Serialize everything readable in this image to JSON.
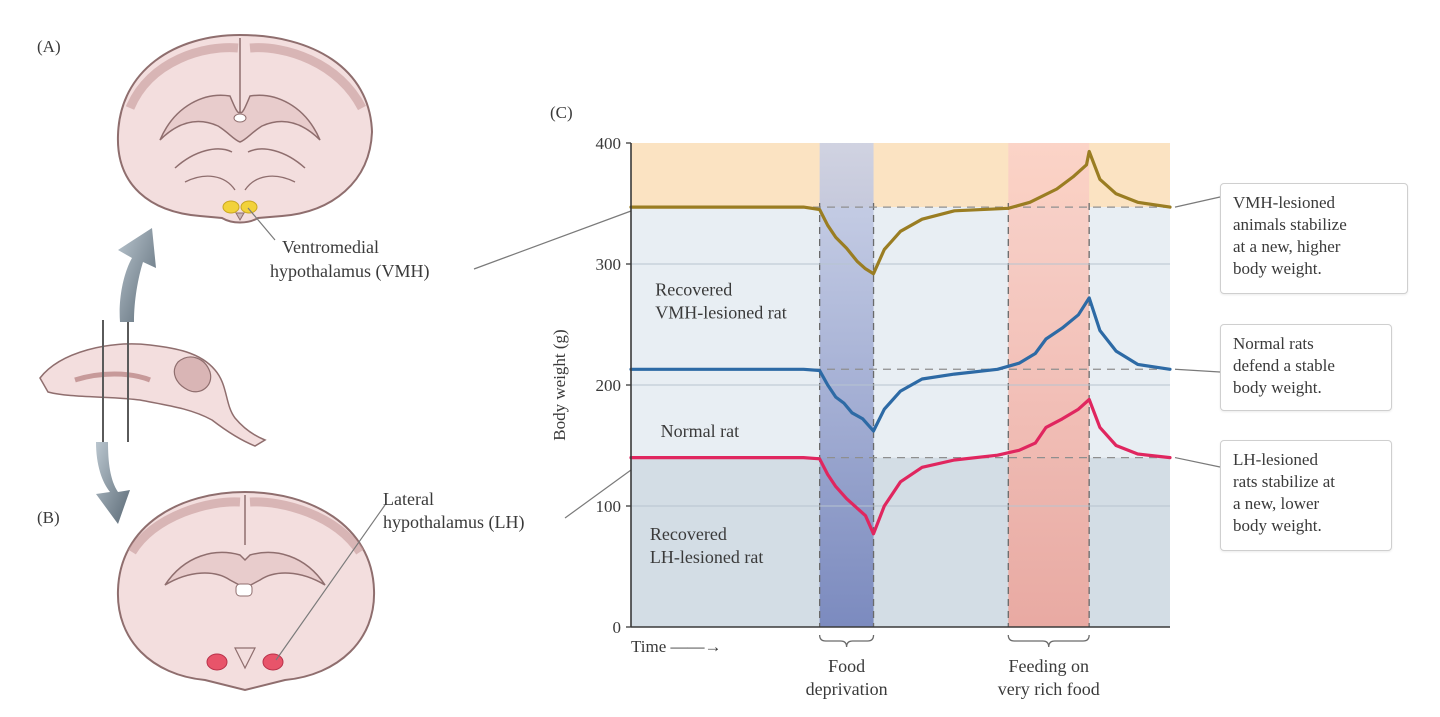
{
  "panels": {
    "a_label": "(A)",
    "b_label": "(B)",
    "c_label": "(C)"
  },
  "brain_labels": {
    "vmh": [
      "Ventromedial",
      "hypothalamus (VMH)"
    ],
    "lh": [
      "Lateral",
      "hypothalamus (LH)"
    ]
  },
  "chart_data": {
    "type": "line",
    "ylabel": "Body weight (g)",
    "xlabel": "Time ——→",
    "ylim": [
      0,
      400
    ],
    "yticks": [
      0,
      100,
      200,
      300,
      400
    ],
    "x": [
      0,
      1,
      2,
      3,
      4,
      5,
      6,
      7,
      8,
      9,
      10
    ],
    "periods": [
      {
        "label": [
          "Food",
          "deprivation"
        ],
        "x_start": 3.5,
        "x_end": 4.5
      },
      {
        "label": [
          "Feeding on",
          "very rich food"
        ],
        "x_start": 7.0,
        "x_end": 8.5
      }
    ],
    "zone_labels": {
      "vmh": [
        "Recovered",
        "VMH-lesioned rat"
      ],
      "normal": [
        "Normal rat"
      ],
      "lh": [
        "Recovered",
        "LH-lesioned rat"
      ]
    },
    "series": [
      {
        "name": "Recovered VMH-lesioned rat",
        "color": "#9a7d22",
        "setpoint": 347,
        "points": [
          [
            0,
            347
          ],
          [
            3.2,
            347
          ],
          [
            3.5,
            345
          ],
          [
            3.65,
            332
          ],
          [
            3.8,
            322
          ],
          [
            4.0,
            313
          ],
          [
            4.2,
            302
          ],
          [
            4.35,
            296
          ],
          [
            4.5,
            292
          ],
          [
            4.7,
            312
          ],
          [
            5.0,
            327
          ],
          [
            5.4,
            337
          ],
          [
            6.0,
            344
          ],
          [
            7.0,
            346
          ],
          [
            7.4,
            351
          ],
          [
            7.9,
            362
          ],
          [
            8.2,
            372
          ],
          [
            8.45,
            382
          ],
          [
            8.5,
            393
          ],
          [
            8.7,
            370
          ],
          [
            9.0,
            358
          ],
          [
            9.4,
            351
          ],
          [
            10,
            347
          ]
        ]
      },
      {
        "name": "Normal rat",
        "color": "#2d6aa5",
        "setpoint": 213,
        "points": [
          [
            0,
            213
          ],
          [
            3.2,
            213
          ],
          [
            3.5,
            212
          ],
          [
            3.65,
            200
          ],
          [
            3.8,
            190
          ],
          [
            3.95,
            185
          ],
          [
            4.1,
            177
          ],
          [
            4.3,
            172
          ],
          [
            4.5,
            162
          ],
          [
            4.7,
            180
          ],
          [
            5.0,
            195
          ],
          [
            5.4,
            205
          ],
          [
            6.0,
            209
          ],
          [
            6.8,
            213
          ],
          [
            7.2,
            218
          ],
          [
            7.5,
            226
          ],
          [
            7.7,
            238
          ],
          [
            8.0,
            247
          ],
          [
            8.3,
            258
          ],
          [
            8.5,
            272
          ],
          [
            8.7,
            245
          ],
          [
            9.0,
            228
          ],
          [
            9.4,
            217
          ],
          [
            10,
            213
          ]
        ]
      },
      {
        "name": "Recovered LH-lesioned rat",
        "color": "#e0265f",
        "setpoint": 140,
        "points": [
          [
            0,
            140
          ],
          [
            3.2,
            140
          ],
          [
            3.5,
            139
          ],
          [
            3.65,
            126
          ],
          [
            3.8,
            116
          ],
          [
            4.0,
            106
          ],
          [
            4.2,
            98
          ],
          [
            4.35,
            92
          ],
          [
            4.5,
            77
          ],
          [
            4.7,
            100
          ],
          [
            5.0,
            120
          ],
          [
            5.4,
            132
          ],
          [
            6.0,
            138
          ],
          [
            6.8,
            142
          ],
          [
            7.2,
            146
          ],
          [
            7.5,
            152
          ],
          [
            7.7,
            165
          ],
          [
            8.0,
            172
          ],
          [
            8.3,
            180
          ],
          [
            8.5,
            188
          ],
          [
            8.7,
            165
          ],
          [
            9.0,
            150
          ],
          [
            9.4,
            143
          ],
          [
            10,
            140
          ]
        ]
      }
    ]
  },
  "notes": {
    "vmh": [
      "VMH-lesioned",
      "animals stabilize",
      "at a new, higher",
      "body weight."
    ],
    "normal": [
      "Normal rats",
      "defend a stable",
      "body weight."
    ],
    "lh": [
      "LH-lesioned",
      "rats stabilize at",
      "a new, lower",
      "body weight."
    ]
  },
  "colors": {
    "vmh_zone": "#fbe3c2",
    "normal_zone": "#e8eef3",
    "lh_zone": "#d3dde5",
    "deprivation_top": "#c9d0e7",
    "deprivation_bottom": "#6c7cb8",
    "rich_food_top": "#fbd2c8",
    "rich_food_bottom": "#eba49b",
    "brain_tissue": "#f3dede",
    "brain_outline": "#8f6e6e",
    "vmh_nucleus": "#f2d23a",
    "lh_nucleus": "#e8546a",
    "arrow": "#6e7e8a"
  }
}
